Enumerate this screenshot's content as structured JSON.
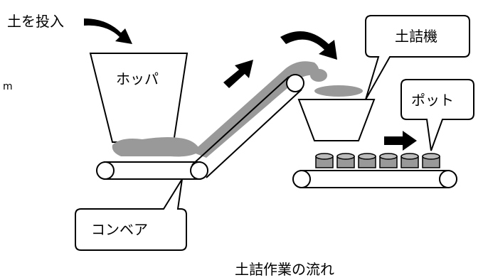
{
  "labels": {
    "input_soil": "土を投入",
    "hopper": "ホッパ",
    "soil_filler": "土詰機",
    "pot": "ポット",
    "conveyor": "コンベア",
    "margin_char": "m"
  },
  "caption": "土詰作業の流れ",
  "pot_count": 6,
  "colors": {
    "soil": "#999999",
    "pot_fill": "#999999",
    "outline": "#000000",
    "background": "#ffffff"
  }
}
